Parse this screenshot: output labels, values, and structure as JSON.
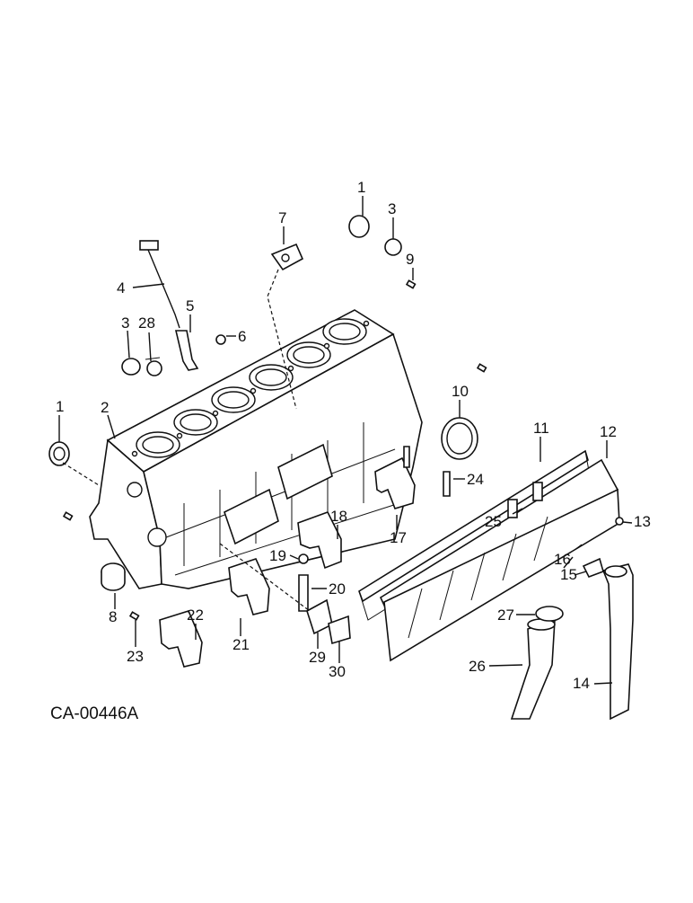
{
  "diagram_code": "CA-00446A",
  "callouts": [
    "1",
    "1",
    "2",
    "3",
    "3",
    "4",
    "5",
    "6",
    "7",
    "8",
    "9",
    "10",
    "11",
    "12",
    "13",
    "14",
    "15",
    "16",
    "17",
    "18",
    "19",
    "20",
    "21",
    "22",
    "23",
    "24",
    "25",
    "26",
    "27",
    "28",
    "29",
    "30"
  ]
}
